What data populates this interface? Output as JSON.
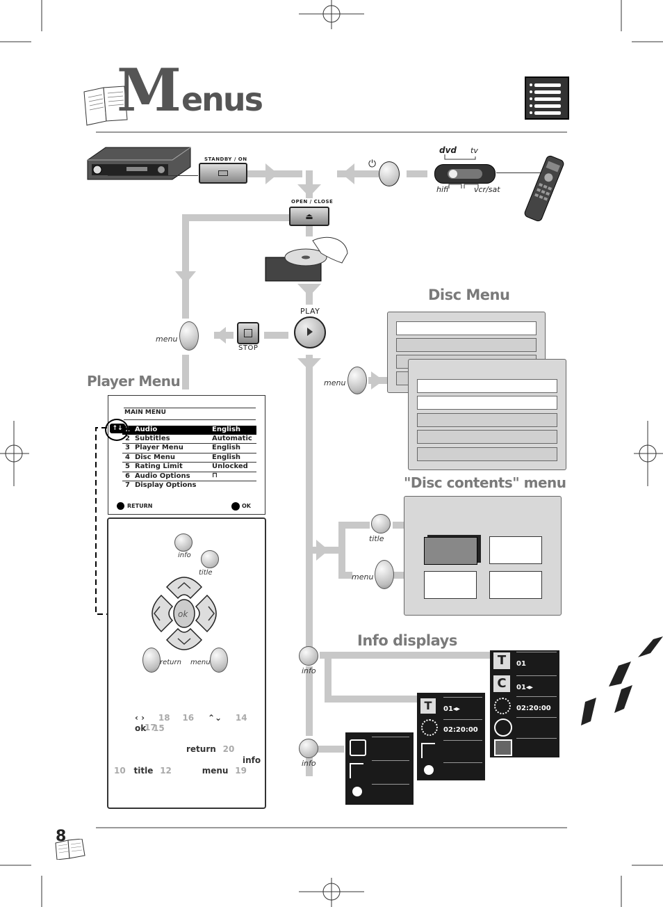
{
  "page": {
    "title_big": "M",
    "title_rest": "enus",
    "page_number": "8"
  },
  "device": {
    "standby_label": "STANDBY / ON",
    "open_close_label": "OPEN / CLOSE",
    "play_label": "PLAY",
    "stop_label": "STOP",
    "power_symbol": "⏻"
  },
  "switch": {
    "dvd": "dvd",
    "tv": "tv",
    "hifi": "hifi",
    "vcrsat": "vcr/sat"
  },
  "headings": {
    "player_menu": "Player Menu",
    "disc_menu": "Disc Menu",
    "disc_contents": "\"Disc contents\" menu",
    "info_displays": "Info displays"
  },
  "labels": {
    "menu": "menu",
    "title": "title",
    "info": "info",
    "return": "return",
    "ok": "ok"
  },
  "main_menu": {
    "title": "MAIN MENU",
    "rows": [
      {
        "num": "1",
        "label": "Audio",
        "value": "English"
      },
      {
        "num": "2",
        "label": "Subtitles",
        "value": "Automatic"
      },
      {
        "num": "3",
        "label": "Player Menu",
        "value": "English"
      },
      {
        "num": "4",
        "label": "Disc Menu",
        "value": "English"
      },
      {
        "num": "5",
        "label": "Rating Limit",
        "value": "Unlocked"
      },
      {
        "num": "6",
        "label": "Audio Options",
        "value": ""
      },
      {
        "num": "7",
        "label": "Display Options",
        "value": ""
      }
    ],
    "return_label": "RETURN",
    "ok_label": "OK"
  },
  "remote_refs": {
    "line1": {
      "arrows_lr": "‹ ›",
      "n1": "18",
      "n2": "16",
      "arrows_ud": "⌃⌄",
      "n3": "14",
      "n4": "17"
    },
    "line2": {
      "ok": "ok",
      "n": "15"
    },
    "line3": {
      "return": "return",
      "n": "20"
    },
    "line4": {
      "info": "info"
    },
    "line5": {
      "n1": "10",
      "title": "title",
      "n2": "12",
      "menu": "menu",
      "n3": "19"
    }
  },
  "info_panels": {
    "large": {
      "track": "01",
      "chapter": "01◂▸",
      "time": "02:20:00",
      "t_icon": "T",
      "c_icon": "C"
    },
    "medium": {
      "track": "01◂▸",
      "time": "02:20:00",
      "t_icon": "T"
    },
    "small": {}
  },
  "colors": {
    "flow": "#c8c8c8",
    "heading": "#7a7a7a",
    "panel": "#1a1a1a"
  }
}
